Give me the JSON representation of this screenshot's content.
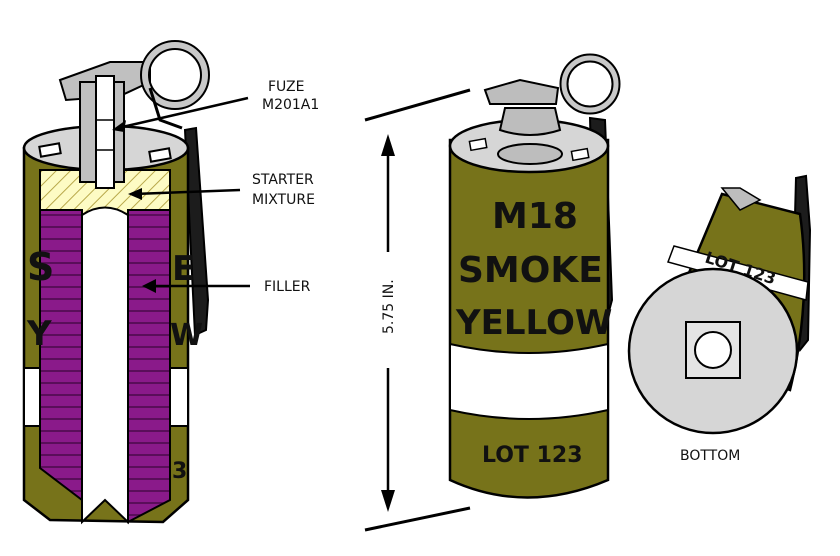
{
  "labels": {
    "fuze_line1": "FUZE",
    "fuze_line2": "M201A1",
    "starter_line1": "STARTER",
    "starter_line2": "MIXTURE",
    "filler": "FILLER",
    "height": "5.75 IN.",
    "bottom": "BOTTOM"
  },
  "can_text": {
    "model": "M18",
    "type": "SMOKE",
    "color_name": "YELLOW",
    "lot": "LOT 123",
    "side_letters_top": "S",
    "side_letters_bottom": "Y",
    "side_right_top": "E",
    "side_right_bottom": "W",
    "side_number": "3"
  },
  "colors": {
    "olive": "#77731a",
    "olive_dark": "#5e5a12",
    "filler_purple": "#8a1a8a",
    "starter_yellow": "#fdfbc4",
    "metal_gray": "#c0c0c0",
    "metal_dark": "#8f8f8f",
    "band_white": "#ffffff"
  }
}
